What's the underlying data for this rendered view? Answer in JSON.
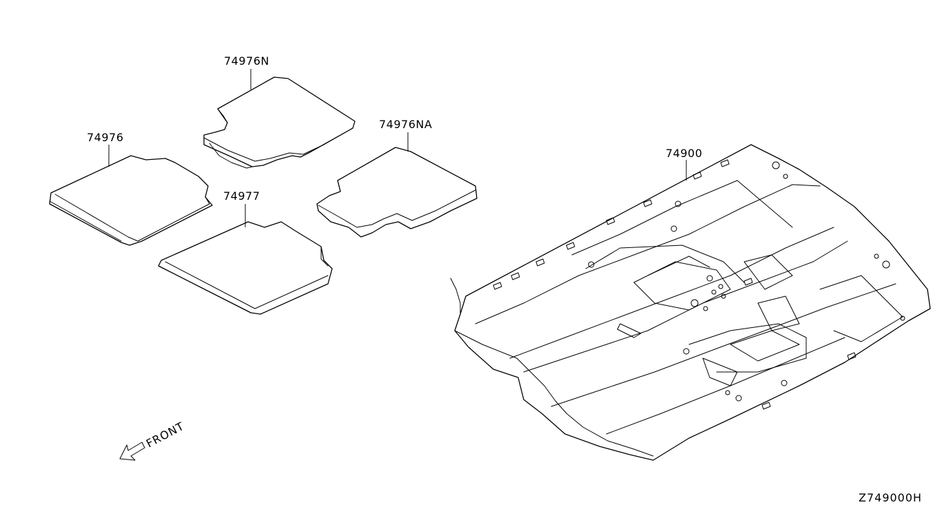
{
  "diagram": {
    "parts": [
      {
        "part_number": "74976N"
      },
      {
        "part_number": "74976"
      },
      {
        "part_number": "74976NA"
      },
      {
        "part_number": "74977"
      },
      {
        "part_number": "74900"
      }
    ],
    "direction_label": "FRONT",
    "diagram_code": "Z749000H",
    "line_color": "#000000",
    "background_color": "#ffffff"
  }
}
